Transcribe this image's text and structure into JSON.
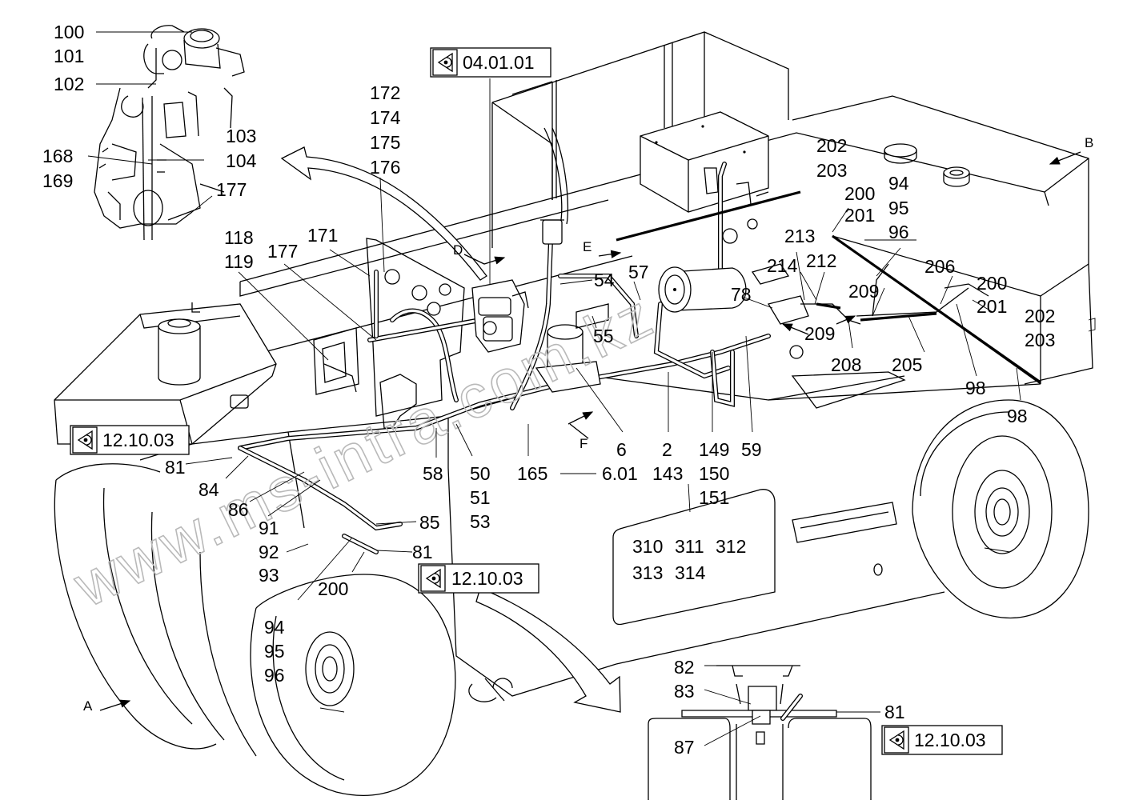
{
  "watermark": "www.ms-intra.com.kz",
  "refs": {
    "r1": "04.01.01",
    "r2": "12.10.03",
    "r3": "12.10.03",
    "r4": "12.10.03"
  },
  "views": {
    "A": "A",
    "B": "B",
    "D": "D",
    "E": "E",
    "F": "F"
  },
  "labels": {
    "l100": "100",
    "l101": "101",
    "l102": "102",
    "l103": "103",
    "l104": "104",
    "l168": "168",
    "l169": "169",
    "l177a": "177",
    "l172": "172",
    "l174": "174",
    "l175": "175",
    "l176": "176",
    "l118": "118",
    "l119": "119",
    "l171": "171",
    "l177b": "177",
    "l54": "54",
    "l57": "57",
    "l55": "55",
    "l78": "78",
    "l214": "214",
    "l213": "213",
    "l212": "212",
    "l202a": "202",
    "l203a": "203",
    "l200a": "200",
    "l201a": "201",
    "l94a": "94",
    "l95a": "95",
    "l96a": "96",
    "l206": "206",
    "l209a": "209",
    "l209b": "209",
    "l200b": "200",
    "l201b": "201",
    "l202b": "202",
    "l203b": "203",
    "l208": "208",
    "l205": "205",
    "l98a": "98",
    "l98b": "98",
    "l6": "6",
    "l2": "2",
    "l143": "143",
    "l149": "149",
    "l150": "150",
    "l151": "151",
    "l59": "59",
    "l601": "6.01",
    "l165": "165",
    "l58": "58",
    "l50": "50",
    "l51": "51",
    "l53": "53",
    "l81a": "81",
    "l84": "84",
    "l86": "86",
    "l91": "91",
    "l85": "85",
    "l92": "92",
    "l93": "93",
    "l81b": "81",
    "l200c": "200",
    "l94b": "94",
    "l95b": "95",
    "l96b": "96",
    "l310": "310",
    "l311": "311",
    "l312": "312",
    "l313": "313",
    "l314": "314",
    "l82": "82",
    "l83": "83",
    "l81c": "81",
    "l87": "87"
  },
  "colors": {
    "line": "#000000",
    "background": "#ffffff",
    "watermark": "#b9b9b9"
  }
}
